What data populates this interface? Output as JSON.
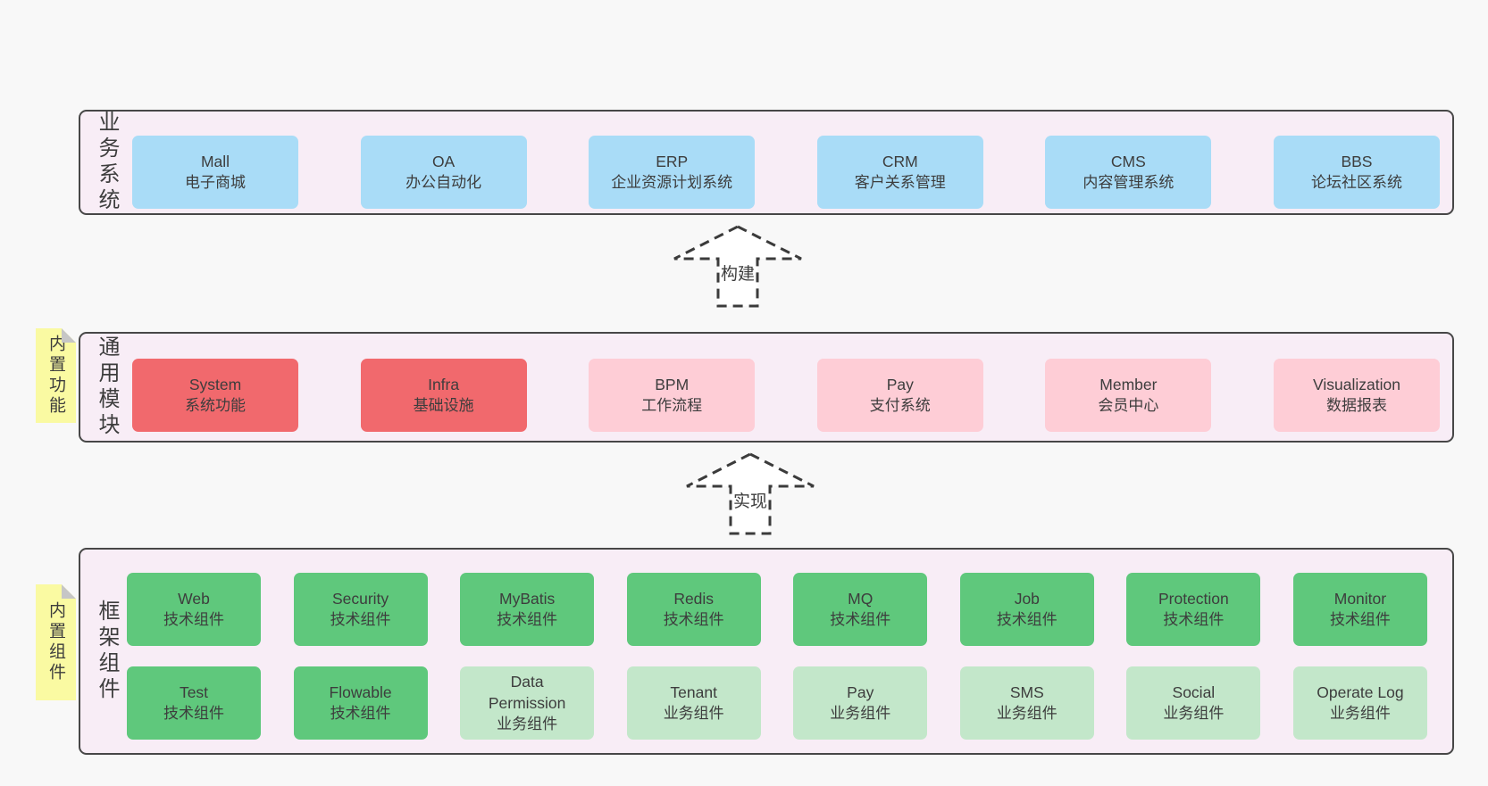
{
  "diagram": {
    "colors": {
      "page_bg": "#f8f8f8",
      "layer_bg": "#f8edf6",
      "layer_border": "#474747",
      "node_blue": "#a9dcf7",
      "node_red": "#f1696d",
      "node_pink": "#fecdd6",
      "node_green": "#5fc87c",
      "node_lightgreen": "#c3e7ca",
      "sticky_note_yellow": "#fafaa2",
      "text": "#3d3d3d"
    },
    "arrows": [
      {
        "label": "构建"
      },
      {
        "label": "实现"
      }
    ],
    "layers": [
      {
        "label": "业务系统",
        "boxes": [
          {
            "name": "Mall",
            "sub": "电子商城",
            "type": "blue"
          },
          {
            "name": "OA",
            "sub": "办公自动化",
            "type": "blue"
          },
          {
            "name": "ERP",
            "sub": "企业资源计划系统",
            "type": "blue"
          },
          {
            "name": "CRM",
            "sub": "客户关系管理",
            "type": "blue"
          },
          {
            "name": "CMS",
            "sub": "内容管理系统",
            "type": "blue"
          },
          {
            "name": "BBS",
            "sub": "论坛社区系统",
            "type": "blue"
          }
        ]
      },
      {
        "label": "通用模块",
        "note": "内置功能",
        "boxes": [
          {
            "name": "System",
            "sub": "系统功能",
            "type": "red"
          },
          {
            "name": "Infra",
            "sub": "基础设施",
            "type": "red"
          },
          {
            "name": "BPM",
            "sub": "工作流程",
            "type": "pink"
          },
          {
            "name": "Pay",
            "sub": "支付系统",
            "type": "pink"
          },
          {
            "name": "Member",
            "sub": "会员中心",
            "type": "pink"
          },
          {
            "name": "Visualization",
            "sub": "数据报表",
            "type": "pink"
          }
        ]
      },
      {
        "label": "框架组件",
        "note": "内置组件",
        "rows": [
          [
            {
              "name": "Web",
              "sub": "技术组件",
              "type": "green"
            },
            {
              "name": "Security",
              "sub": "技术组件",
              "type": "green"
            },
            {
              "name": "MyBatis",
              "sub": "技术组件",
              "type": "green"
            },
            {
              "name": "Redis",
              "sub": "技术组件",
              "type": "green"
            },
            {
              "name": "MQ",
              "sub": "技术组件",
              "type": "green"
            },
            {
              "name": "Job",
              "sub": "技术组件",
              "type": "green"
            },
            {
              "name": "Protection",
              "sub": "技术组件",
              "type": "green"
            },
            {
              "name": "Monitor",
              "sub": "技术组件",
              "type": "green"
            }
          ],
          [
            {
              "name": "Test",
              "sub": "技术组件",
              "type": "green"
            },
            {
              "name": "Flowable",
              "sub": "技术组件",
              "type": "green"
            },
            {
              "name": "Data Permission",
              "sub": "业务组件",
              "type": "lightgreen"
            },
            {
              "name": "Tenant",
              "sub": "业务组件",
              "type": "lightgreen"
            },
            {
              "name": "Pay",
              "sub": "业务组件",
              "type": "lightgreen"
            },
            {
              "name": "SMS",
              "sub": "业务组件",
              "type": "lightgreen"
            },
            {
              "name": "Social",
              "sub": "业务组件",
              "type": "lightgreen"
            },
            {
              "name": "Operate Log",
              "sub": "业务组件",
              "type": "lightgreen"
            }
          ]
        ]
      }
    ]
  }
}
